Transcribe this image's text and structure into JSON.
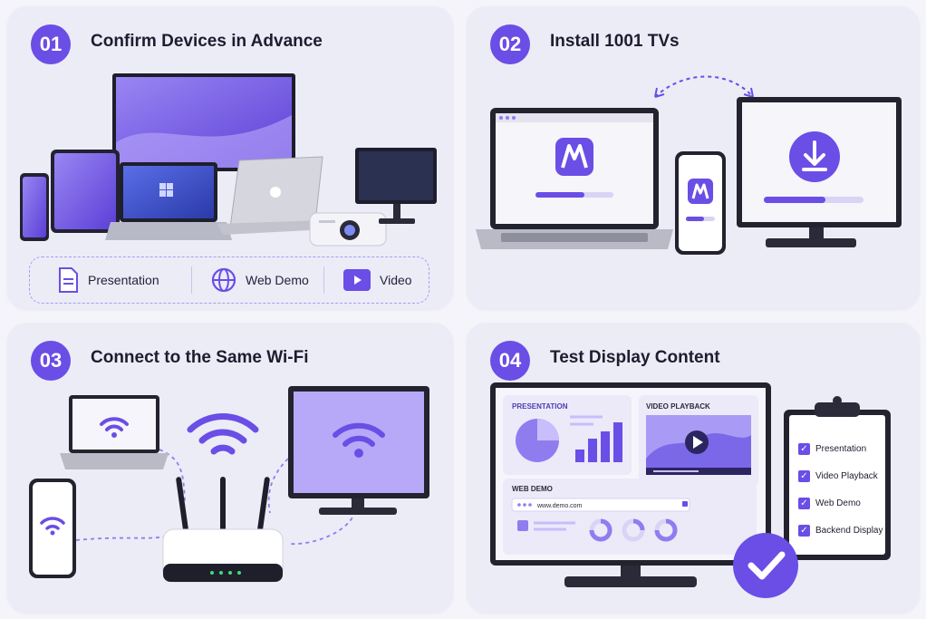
{
  "steps": [
    {
      "number": "01",
      "title": "Confirm Devices in Advance"
    },
    {
      "number": "02",
      "title": "Install 1001 TVs"
    },
    {
      "number": "03",
      "title": "Connect to the Same Wi-Fi"
    },
    {
      "number": "04",
      "title": "Test Display Content"
    }
  ],
  "content_types": [
    {
      "label": "Presentation",
      "icon": "document-icon"
    },
    {
      "label": "Web Demo",
      "icon": "globe-icon"
    },
    {
      "label": "Video",
      "icon": "play-icon"
    }
  ],
  "test_screen": {
    "presentation_label": "PRESENTATION",
    "video_label": "VIDEO PLAYBACK",
    "web_label": "WEB DEMO",
    "url": "www.demo.com"
  },
  "checklist": [
    "Presentation",
    "Video Playback",
    "Web Demo",
    "Backend Display"
  ],
  "colors": {
    "accent": "#6a4ee6",
    "card": "#ececf7",
    "background": "#f4f4fa"
  }
}
